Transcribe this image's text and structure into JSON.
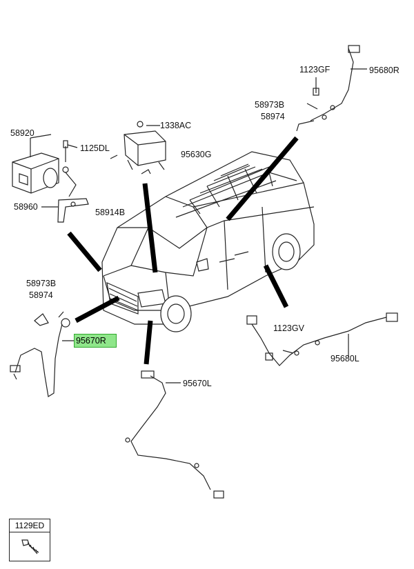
{
  "labels": {
    "l58920": "58920",
    "l1125DL": "1125DL",
    "l58960": "58960",
    "l58914B": "58914B",
    "l1338AC": "1338AC",
    "l95630G": "95630G",
    "l1123GF": "1123GF",
    "l95680R": "95680R",
    "l58973B_top": "58973B",
    "l58974_top": "58974",
    "l58973B_left": "58973B",
    "l58974_left": "58974",
    "l95670R": "95670R",
    "l1123GV": "1123GV",
    "l95680L": "95680L",
    "l95670L": "95670L"
  },
  "legend": {
    "code": "1129ED",
    "icon": "bolt-icon"
  },
  "colors": {
    "highlight": "#8fe68a",
    "highlight_border": "#2fa82c"
  }
}
